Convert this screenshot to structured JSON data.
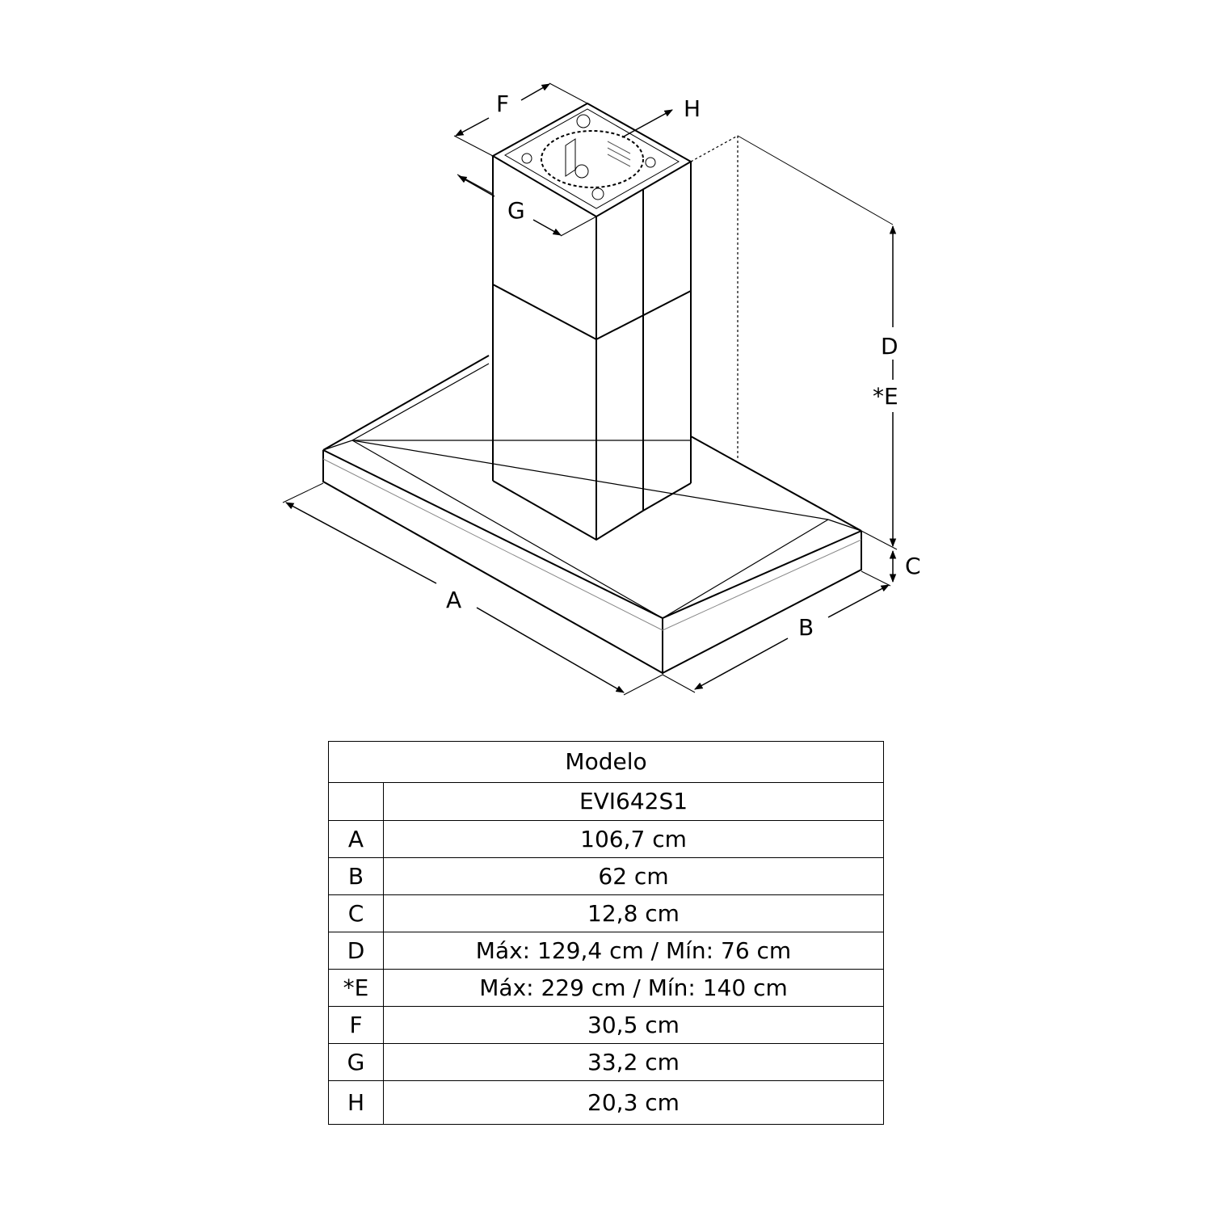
{
  "diagram": {
    "labels": {
      "A": "A",
      "B": "B",
      "C": "C",
      "D": "D",
      "E": "*E",
      "F": "F",
      "G": "G",
      "H": "H"
    }
  },
  "table": {
    "header": "Modelo",
    "model": "EVI642S1",
    "rows": [
      {
        "label": "A",
        "value": "106,7 cm"
      },
      {
        "label": "B",
        "value": "62 cm"
      },
      {
        "label": "C",
        "value": "12,8 cm"
      },
      {
        "label": "D",
        "value": "Máx: 129,4 cm / Mín: 76 cm"
      },
      {
        "label": "*E",
        "value": "Máx: 229 cm / Mín: 140 cm"
      },
      {
        "label": "F",
        "value": "30,5 cm"
      },
      {
        "label": "G",
        "value": "33,2 cm"
      },
      {
        "label": "H",
        "value": "20,3 cm"
      }
    ]
  }
}
